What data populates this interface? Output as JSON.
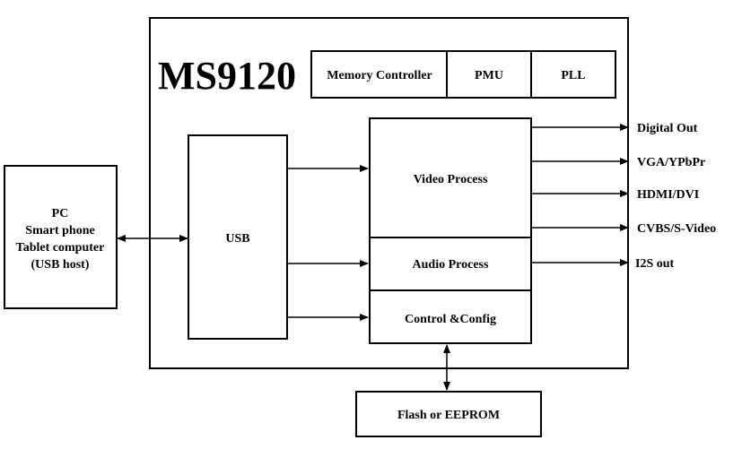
{
  "chip": {
    "title": "MS9120"
  },
  "top_blocks": {
    "memory": "Memory Controller",
    "pmu": "PMU",
    "pll": "PLL"
  },
  "host": {
    "lines": [
      "PC",
      "Smart phone",
      "Tablet computer",
      "(USB host)"
    ]
  },
  "usb": "USB",
  "video": "Video Process",
  "audio": "Audio Process",
  "control": "Control &Config",
  "flash": "Flash or EEPROM",
  "outputs": [
    "Digital Out",
    "VGA/YPbPr",
    "HDMI/DVI",
    "CVBS/S-Video",
    "I2S out"
  ]
}
